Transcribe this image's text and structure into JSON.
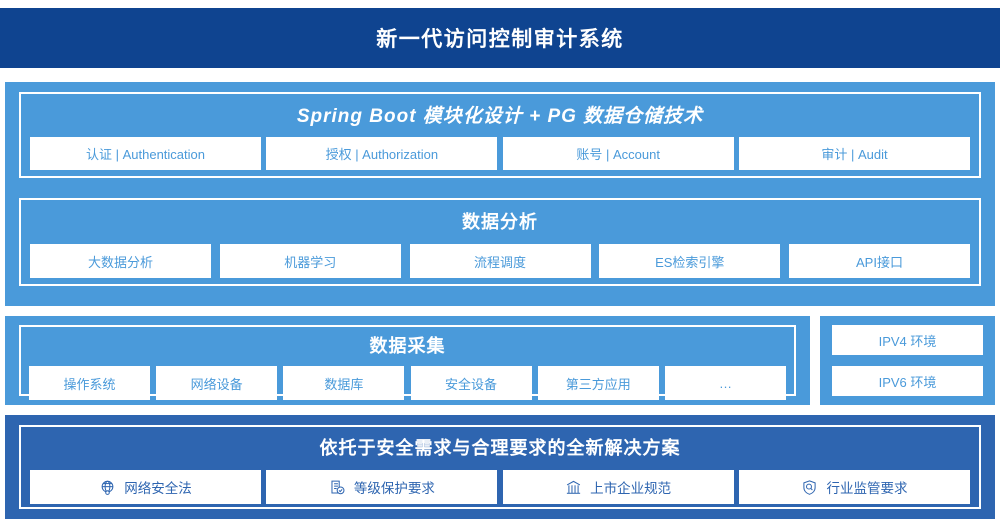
{
  "header": {
    "title": "新一代访问控制审计系统"
  },
  "colors": {
    "header_bg": "#0f4490",
    "panel_blue": "#4a9ada",
    "panel_dark_blue": "#2e65b0",
    "card_bg": "#ffffff",
    "card_text": "#4a9ada",
    "card_text_dark": "#2e65b0"
  },
  "sections": {
    "spring_boot": {
      "title": "Spring Boot 模块化设计 + PG 数据仓储技术",
      "cards": [
        {
          "label": "认证 | Authentication"
        },
        {
          "label": "授权 | Authorization"
        },
        {
          "label": "账号 | Account"
        },
        {
          "label": "审计 | Audit"
        }
      ]
    },
    "data_analysis": {
      "title": "数据分析",
      "cards": [
        {
          "label": "大数据分析"
        },
        {
          "label": "机器学习"
        },
        {
          "label": "流程调度"
        },
        {
          "label": "ES检索引擎"
        },
        {
          "label": "API接口"
        }
      ]
    },
    "data_collection": {
      "title": "数据采集",
      "cards": [
        {
          "label": "操作系统"
        },
        {
          "label": "网络设备"
        },
        {
          "label": "数据库"
        },
        {
          "label": "安全设备"
        },
        {
          "label": "第三方应用"
        },
        {
          "label": "…"
        }
      ]
    },
    "ipv_environments": {
      "cards": [
        {
          "label": "IPV4 环境"
        },
        {
          "label": "IPV6 环境"
        }
      ]
    },
    "solution": {
      "title": "依托于安全需求与合理要求的全新解决方案",
      "cards": [
        {
          "label": "网络安全法",
          "icon": "globe-network-icon"
        },
        {
          "label": "等级保护要求",
          "icon": "document-check-icon"
        },
        {
          "label": "上市企业规范",
          "icon": "bank-building-icon"
        },
        {
          "label": "行业监管要求",
          "icon": "shield-search-icon"
        }
      ]
    }
  }
}
